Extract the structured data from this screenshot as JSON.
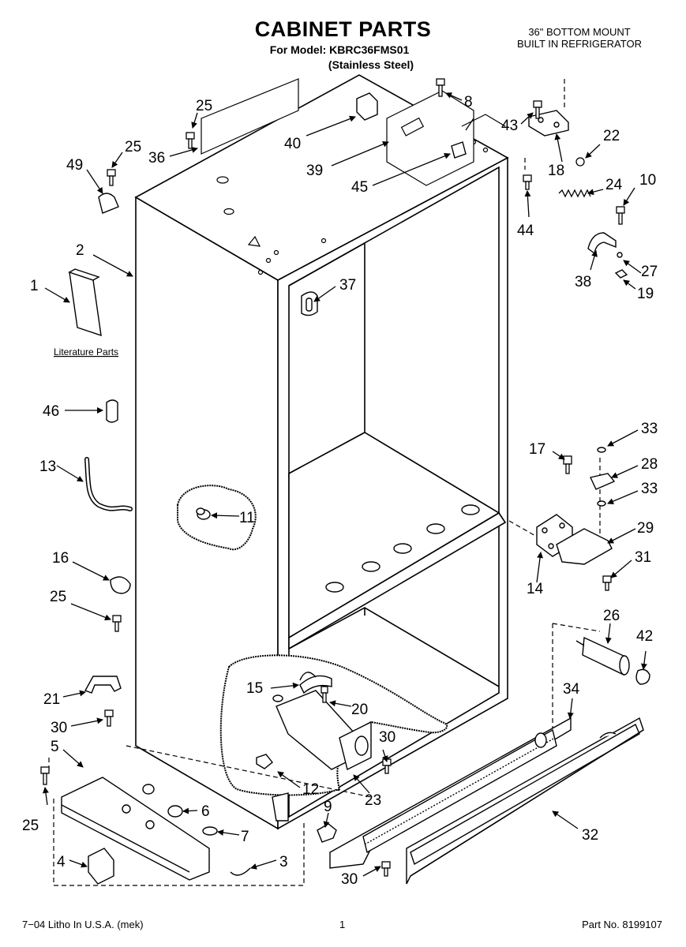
{
  "header": {
    "title": "CABINET PARTS",
    "model": "For Model: KBRC36FMS01",
    "finish": "(Stainless Steel)",
    "product_line1": "36\" BOTTOM MOUNT",
    "product_line2": "BUILT IN REFRIGERATOR"
  },
  "literature_label": "Literature Parts",
  "callouts": [
    {
      "id": "c1",
      "label": "1"
    },
    {
      "id": "c2",
      "label": "2"
    },
    {
      "id": "c3",
      "label": "3"
    },
    {
      "id": "c4",
      "label": "4"
    },
    {
      "id": "c5",
      "label": "5"
    },
    {
      "id": "c6",
      "label": "6"
    },
    {
      "id": "c7",
      "label": "7"
    },
    {
      "id": "c8",
      "label": "8"
    },
    {
      "id": "c9",
      "label": "9"
    },
    {
      "id": "c10",
      "label": "10"
    },
    {
      "id": "c11",
      "label": "11"
    },
    {
      "id": "c12",
      "label": "12"
    },
    {
      "id": "c13",
      "label": "13"
    },
    {
      "id": "c14",
      "label": "14"
    },
    {
      "id": "c15",
      "label": "15"
    },
    {
      "id": "c16",
      "label": "16"
    },
    {
      "id": "c17",
      "label": "17"
    },
    {
      "id": "c18",
      "label": "18"
    },
    {
      "id": "c19",
      "label": "19"
    },
    {
      "id": "c20",
      "label": "20"
    },
    {
      "id": "c21",
      "label": "21"
    },
    {
      "id": "c22",
      "label": "22"
    },
    {
      "id": "c23",
      "label": "23"
    },
    {
      "id": "c24",
      "label": "24"
    },
    {
      "id": "c25a",
      "label": "25"
    },
    {
      "id": "c25b",
      "label": "25"
    },
    {
      "id": "c25c",
      "label": "25"
    },
    {
      "id": "c25d",
      "label": "25"
    },
    {
      "id": "c26",
      "label": "26"
    },
    {
      "id": "c27",
      "label": "27"
    },
    {
      "id": "c28",
      "label": "28"
    },
    {
      "id": "c29",
      "label": "29"
    },
    {
      "id": "c30a",
      "label": "30"
    },
    {
      "id": "c30b",
      "label": "30"
    },
    {
      "id": "c30c",
      "label": "30"
    },
    {
      "id": "c31",
      "label": "31"
    },
    {
      "id": "c32",
      "label": "32"
    },
    {
      "id": "c33a",
      "label": "33"
    },
    {
      "id": "c33b",
      "label": "33"
    },
    {
      "id": "c34",
      "label": "34"
    },
    {
      "id": "c36",
      "label": "36"
    },
    {
      "id": "c37",
      "label": "37"
    },
    {
      "id": "c38",
      "label": "38"
    },
    {
      "id": "c39",
      "label": "39"
    },
    {
      "id": "c40",
      "label": "40"
    },
    {
      "id": "c42",
      "label": "42"
    },
    {
      "id": "c43",
      "label": "43"
    },
    {
      "id": "c44",
      "label": "44"
    },
    {
      "id": "c45",
      "label": "45"
    },
    {
      "id": "c46",
      "label": "46"
    },
    {
      "id": "c49",
      "label": "49"
    }
  ],
  "footer": {
    "left": "7−04 Litho In U.S.A. (mek)",
    "center": "1",
    "right": "Part No. 8199107"
  }
}
